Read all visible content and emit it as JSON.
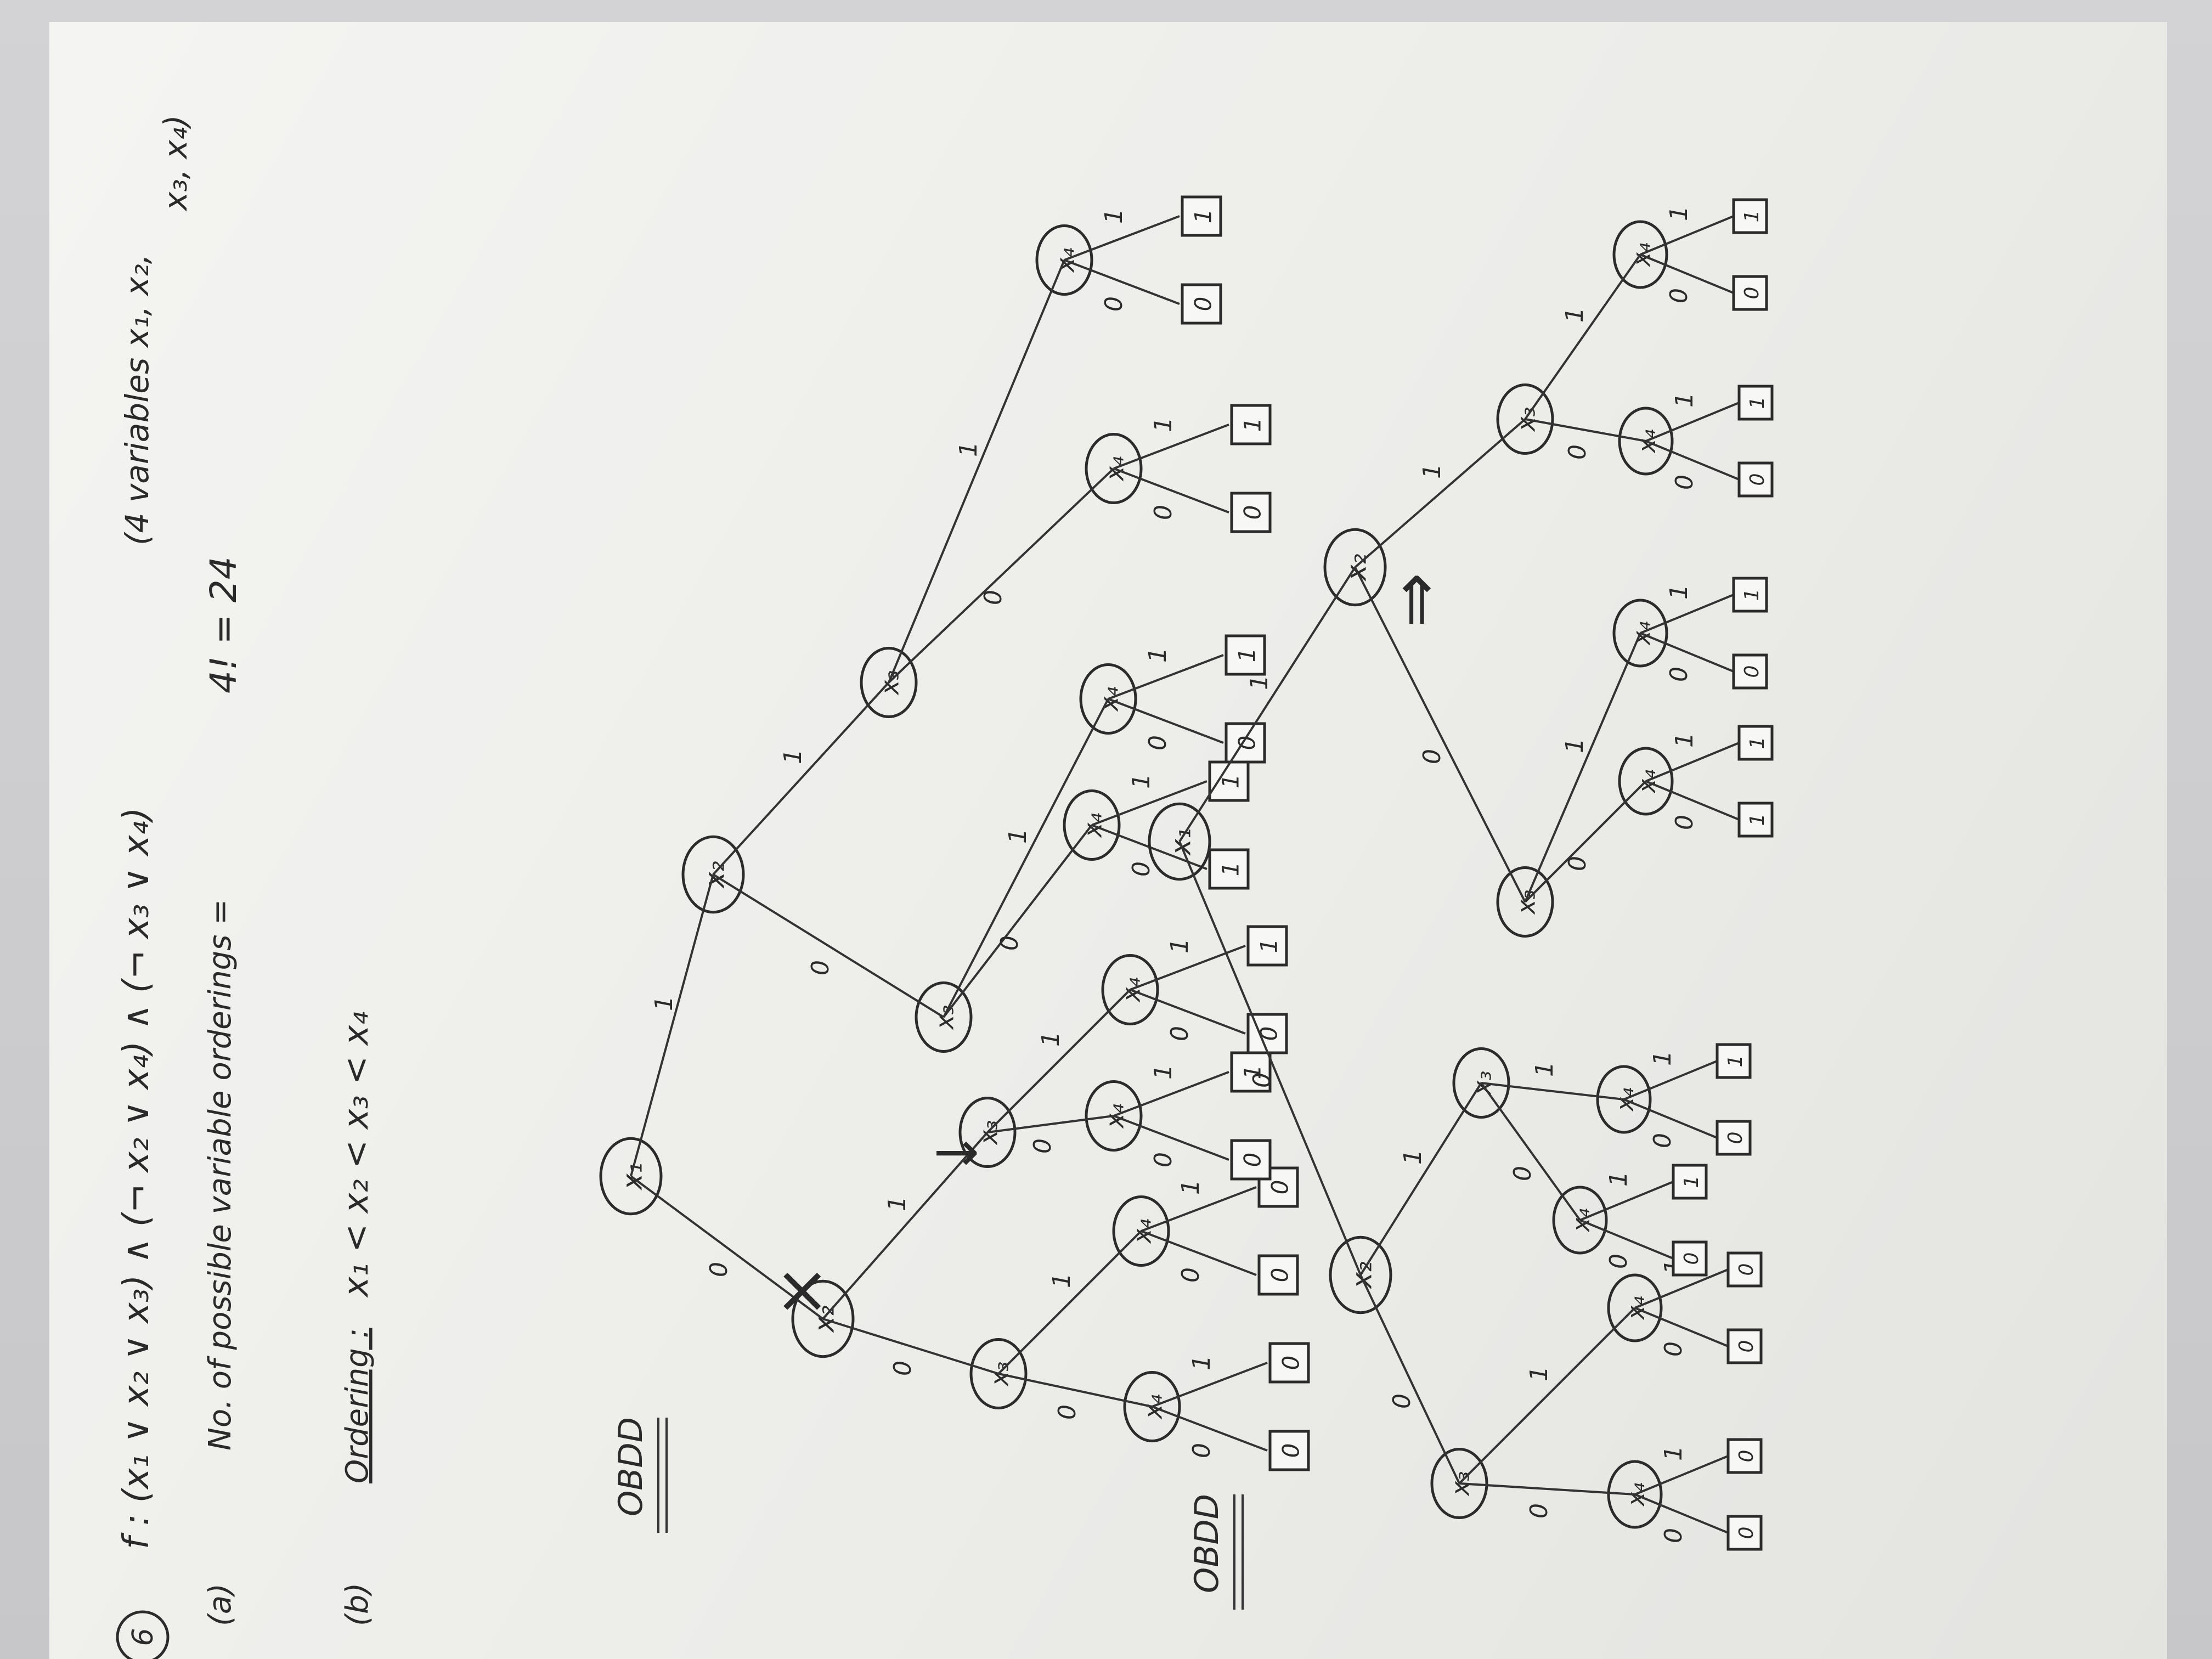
{
  "header": {
    "number": "6",
    "formula": "f : (x₁ ∨ x₂ ∨ x₃) ∧ (¬ x₂ ∨ x₄) ∧ (¬ x₃ ∨ x₄)",
    "variables_note_line1": "(4 variables x₁, x₂,",
    "variables_note_line2": "x₃, x₄)"
  },
  "part_a": {
    "label": "(a)",
    "text": "No. of possible variable orderings =",
    "answer": "4! = 24"
  },
  "part_b": {
    "label": "(b)",
    "ordering_label": "Ordering :",
    "ordering": "x₁ < x₂ < x₃ < x₄"
  },
  "obdd_label": "OBDD",
  "edge_labels": {
    "one": "1",
    "zero": "0"
  },
  "terminals": {
    "one": "1",
    "zero": "0"
  },
  "variables": {
    "x1": "x₁",
    "x2": "x₂",
    "x3": "x₃",
    "x4": "x₄"
  },
  "marks": {
    "cross": "×",
    "arrow": "↓",
    "implies": "⇒"
  }
}
